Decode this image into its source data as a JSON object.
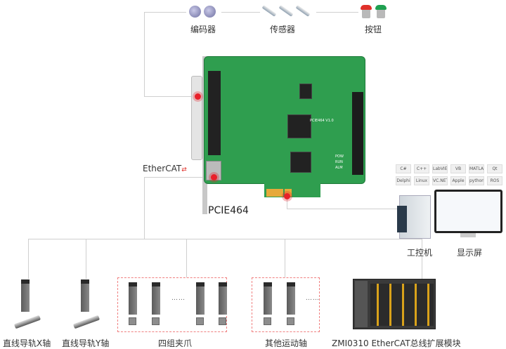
{
  "top_devices": [
    {
      "label": "编码器",
      "icon": "encoder-icon"
    },
    {
      "label": "传感器",
      "icon": "sensor-icon"
    },
    {
      "label": "按钮",
      "icon": "button-icon"
    }
  ],
  "card": {
    "model": "PCIE464",
    "bus_logo": "EtherCAT",
    "silkscreen": "PCIE464 V1.0",
    "status_leds": [
      "POW",
      "RUN",
      "ALM"
    ]
  },
  "host": {
    "ipc_label": "工控机",
    "monitor_label": "显示屏",
    "software": [
      "C#",
      "C++",
      "LabVIEW",
      "VB",
      "MATLAB",
      "Qt",
      "Delphi",
      "Linux",
      "VC.NET",
      "Apple",
      "python",
      "ROS"
    ]
  },
  "bus_devices": [
    {
      "label": "直线导轨X轴"
    },
    {
      "label": "直线导轨Y轴"
    },
    {
      "label": "四组夹爪",
      "ellipsis": "……"
    },
    {
      "label": "其他运动轴",
      "ellipsis": "……"
    },
    {
      "label": "ZMI0310 EtherCAT总线扩展模块"
    }
  ],
  "colors": {
    "line": "#cfcfcf",
    "accent_dot": "#e8202a",
    "pcb": "#2f9e4f",
    "dash": "#f08080"
  }
}
